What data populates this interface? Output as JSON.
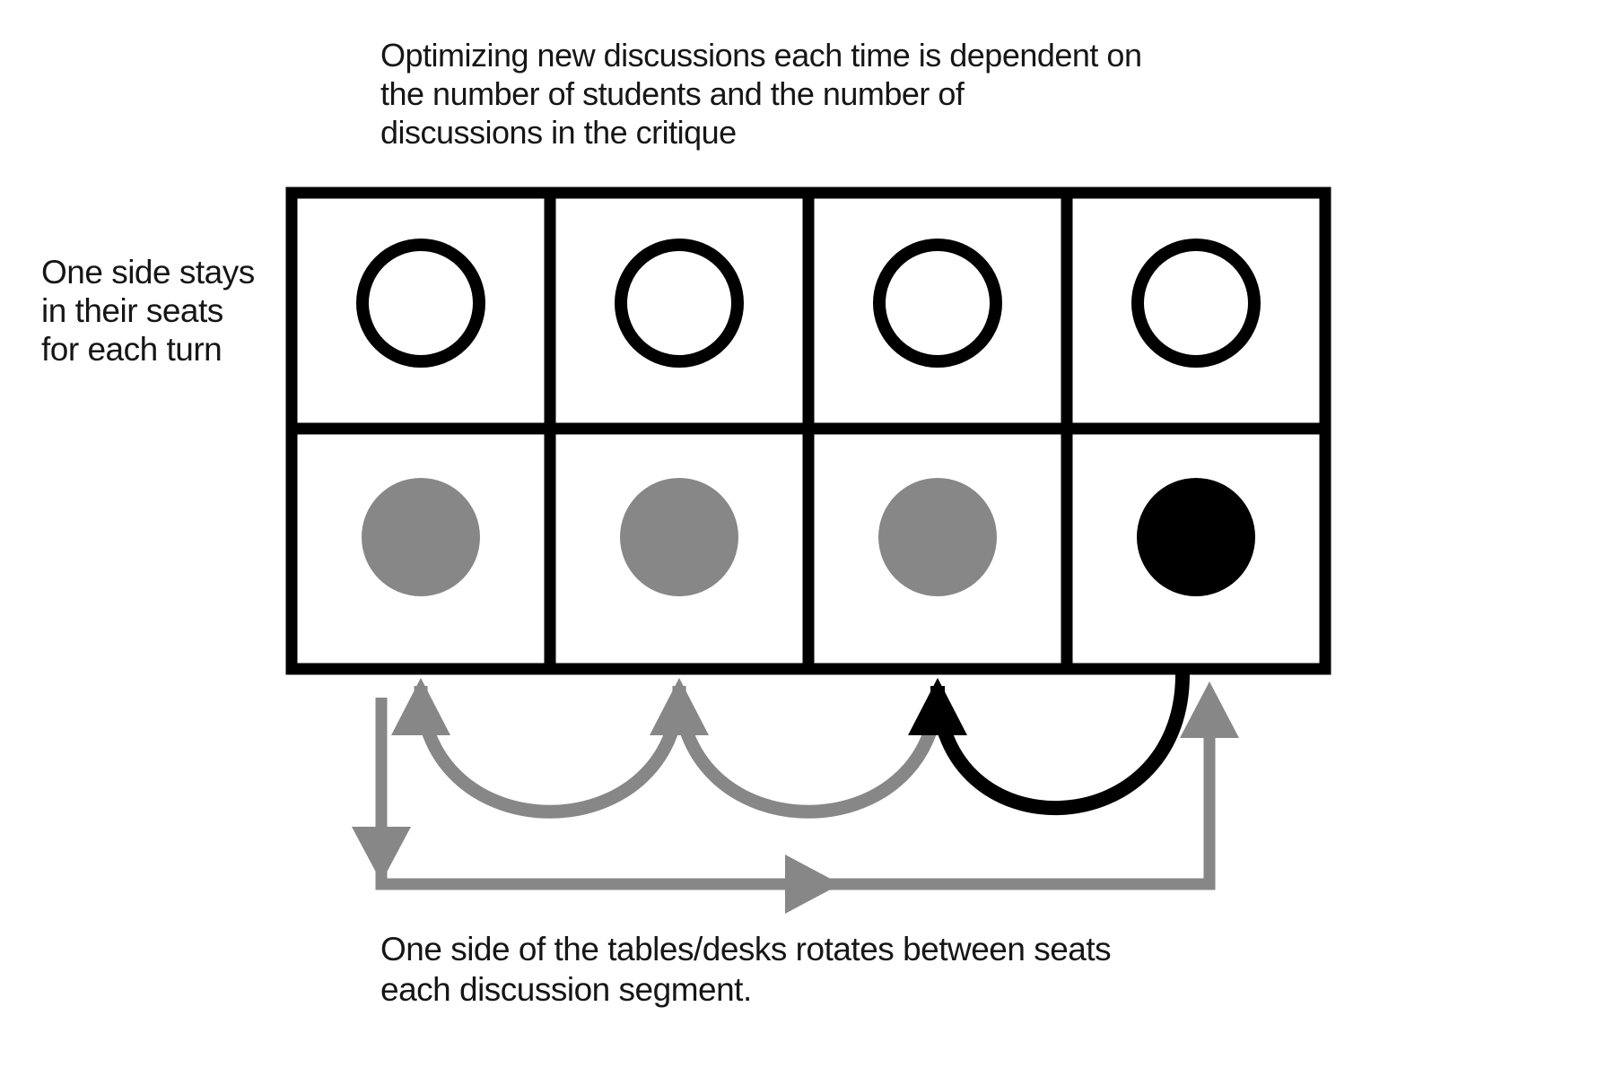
{
  "texts": {
    "top_caption": {
      "lines": [
        "Optimizing new discussions each time is dependent on",
        "the number of students and the number of",
        "discussions in the critique"
      ]
    },
    "left_caption": {
      "lines": [
        "One side stays",
        "in their seats",
        "for each turn"
      ]
    },
    "bottom_caption": {
      "lines": [
        "One side of the tables/desks rotates between seats",
        "each discussion segment."
      ]
    }
  },
  "colors": {
    "black": "#000000",
    "gray": "#878787",
    "white": "#ffffff",
    "text": "#161616",
    "background": "#ffffff"
  },
  "diagram": {
    "grid": {
      "rows": 2,
      "columns": 4
    },
    "top_row_seats": [
      "open",
      "open",
      "open",
      "open"
    ],
    "bottom_row_seats": [
      "gray",
      "gray",
      "gray",
      "black"
    ],
    "rotation_arrows": {
      "adjacent_hops": [
        {
          "from": "bottom-seat-2",
          "to": "bottom-seat-1",
          "color": "gray"
        },
        {
          "from": "bottom-seat-3",
          "to": "bottom-seat-2",
          "color": "gray"
        },
        {
          "from": "bottom-seat-4",
          "to": "bottom-seat-3",
          "color": "black"
        }
      ],
      "wrap_around": {
        "from": "bottom-seat-1",
        "to": "bottom-seat-4",
        "color": "gray"
      }
    }
  }
}
